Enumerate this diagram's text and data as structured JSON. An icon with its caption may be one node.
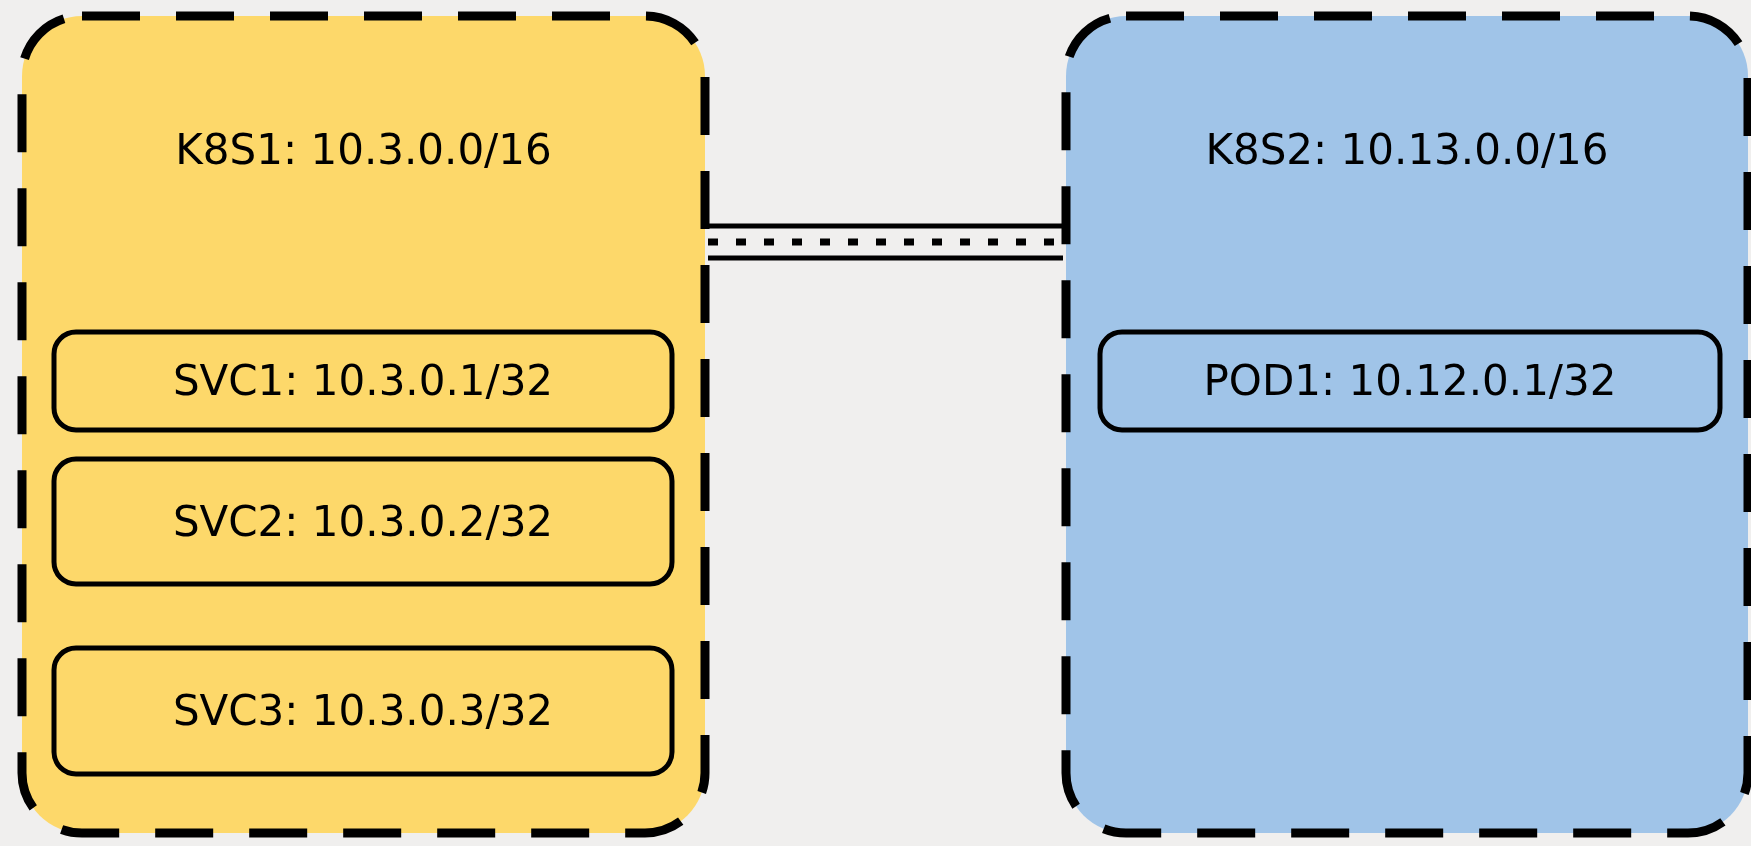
{
  "diagram": {
    "nodes": [
      {
        "text": [
          "K8S1: 10.3.0.0/16"
        ]
      },
      {
        "text": [
          "SVC1: 10.3.0.1/32"
        ],
        "in": 0
      },
      {
        "text": [
          "SVC2: 10.3.0.2/32"
        ],
        "in": 0
      },
      {
        "text": [
          "SVC3: 10.3.0.3/32"
        ],
        "in": 0
      },
      {
        "text": [
          "K8S2: 10.13.0.0/16"
        ]
      },
      {
        "text": [
          "POD1: 10.12.0.1/32"
        ],
        "in": 4
      }
    ],
    "edges": [
      {
        "from": 0,
        "to": 4,
        "arrow": "none"
      }
    ]
  }
}
